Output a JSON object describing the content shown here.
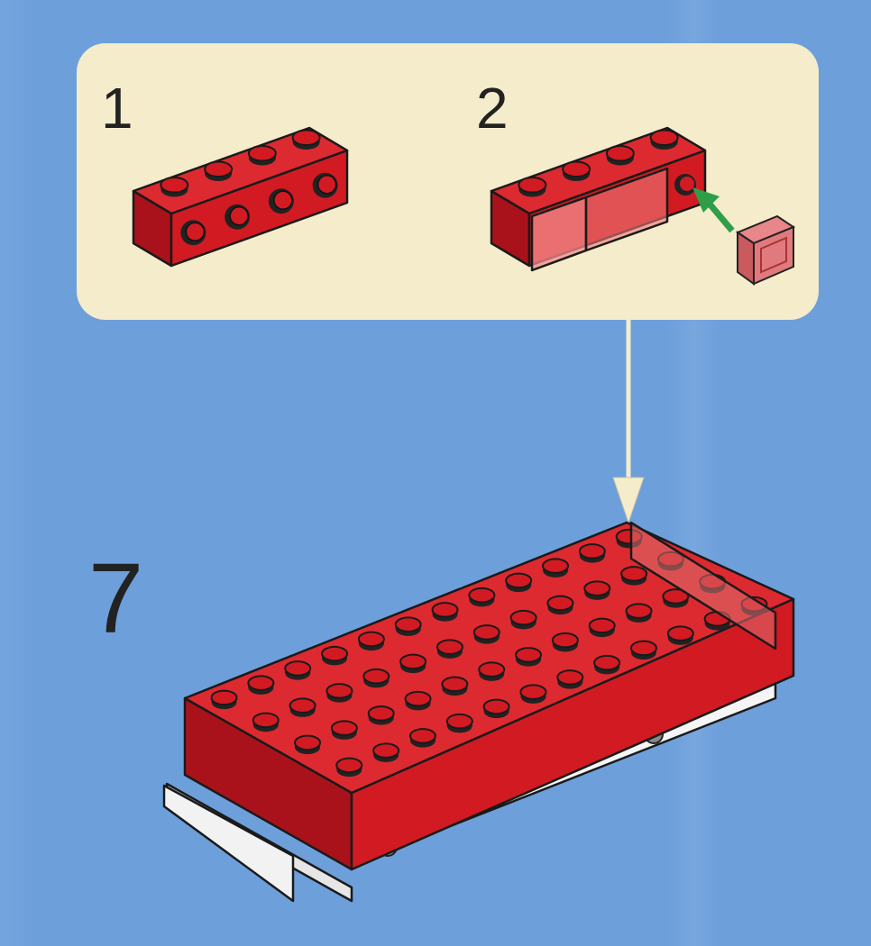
{
  "steps": {
    "substep_1": "1",
    "substep_2": "2",
    "main_step": "7"
  },
  "colors": {
    "background": "#6d9fdb",
    "panel": "#f4ecca",
    "brick_red": "#d21a22",
    "arrow_green": "#2e9e48",
    "base_white": "#f2f2f2"
  }
}
